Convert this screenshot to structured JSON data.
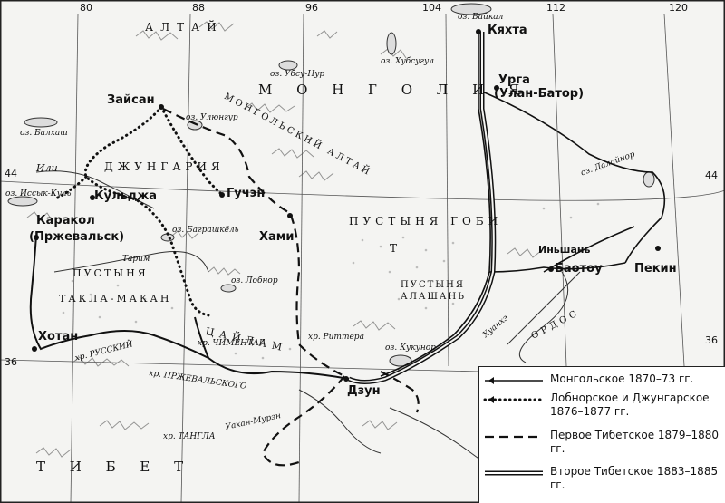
{
  "grid": {
    "lon_ticks": [
      "80",
      "88",
      "96",
      "104",
      "112",
      "120"
    ],
    "lat_ticks": [
      "44",
      "36"
    ],
    "right_lat_ticks": [
      "44",
      "36"
    ]
  },
  "cities": {
    "zaysan": "Зайсан",
    "kuldja": "Кульджа",
    "karakol": "Каракол",
    "przhevalsk": "(Пржевальск)",
    "khotan": "Хотан",
    "guchen": "Гучэн",
    "hami": "Хами",
    "dzun": "Дзун",
    "kyakhta": "Кяхта",
    "urga": "Урга",
    "ulan_bator": "(Улан-Батор)",
    "baotou": "Баотоу",
    "peking": "Пекин",
    "inshan": "Иньшань"
  },
  "regions": {
    "altay": "АЛТАЙ",
    "mongol_altay": "МОНГОЛЬСКИЙ АЛТАЙ",
    "mongolia": "М О Н Г О Л И Я",
    "dzhungaria": "ДЖУНГАРИЯ",
    "gobi_desert": "ПУСТЫНЯ ГОБИ",
    "t_letter": "Т",
    "alashan": "ПУСТЫНЯ",
    "alashan2": "АЛАШАНЬ",
    "taklamakan": "ПУСТЫНЯ",
    "taklamakan2": "ТАКЛА-МАКАН",
    "tsaydam": "ЦАЙДАМ",
    "tibet": "Т И Б Е Т",
    "ordos": "ОРДОС"
  },
  "features": {
    "baykal": "оз. Байкал",
    "khubsugul": "оз. Хубсугул",
    "ubsunur": "оз. Убсу-Нур",
    "balkhash": "оз. Балхаш",
    "issykkul": "оз. Иссык-Куль",
    "ulyungur": "оз. Улюнгур",
    "ili": "Или",
    "bagrashkel": "оз. Баграшкёль",
    "lobnor": "оз. Лобнор",
    "tarim": "Тарим",
    "kukunor": "оз. Кукунор",
    "ritter": "хр. Риттера",
    "russian_range": "хр. РУССКИЙ",
    "przheval_range": "хр. ПРЖЕВАЛЬСКОГО",
    "tangla": "хр. ТАНГЛА",
    "chimentag": "хр. ЧИМЕНТАГ",
    "khuanhe": "Хуанхэ",
    "dalaynor": "оз. Далайнор",
    "uakhan": "Уахан-Мурэн"
  },
  "legend": [
    {
      "line": "Монгольское 1870–73 гг.",
      "style": "solid"
    },
    {
      "line": "Лобнорское и Джунгарское 1876–1877 гг.",
      "style": "dotted"
    },
    {
      "line": "Первое Тибетское 1879–1880 гг.",
      "style": "dashed"
    },
    {
      "line": "Второе Тибетское 1883–1885 гг.",
      "style": "double"
    }
  ]
}
